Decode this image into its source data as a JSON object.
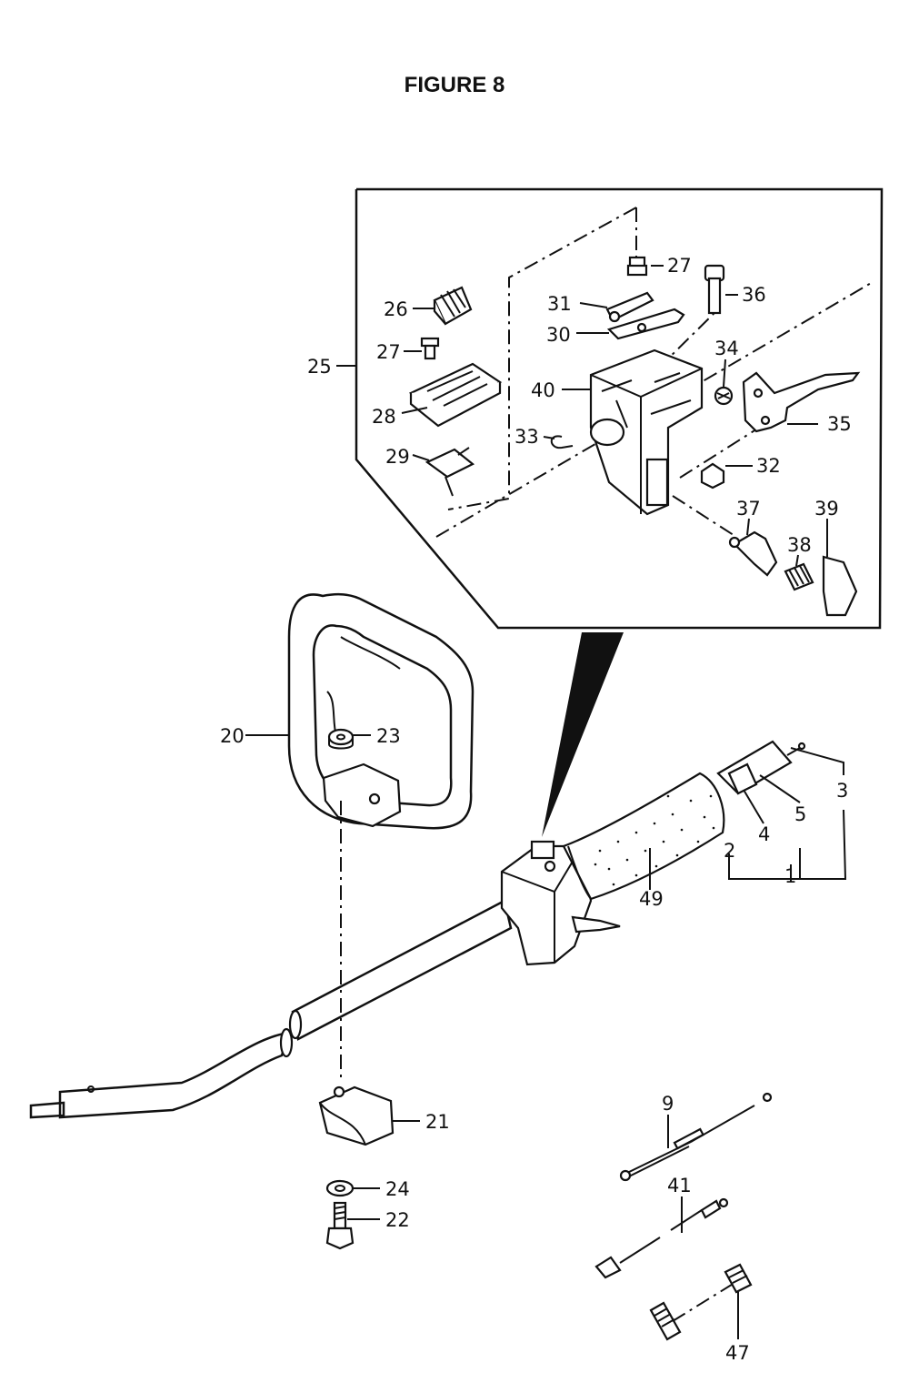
{
  "title": "FIGURE 8",
  "labels": {
    "p1": "1",
    "p2": "2",
    "p3": "3",
    "p4": "4",
    "p5": "5",
    "p9": "9",
    "p20": "20",
    "p21": "21",
    "p22": "22",
    "p23": "23",
    "p24": "24",
    "p25": "25",
    "p26": "26",
    "p27a": "27",
    "p27b": "27",
    "p28": "28",
    "p29": "29",
    "p30": "30",
    "p31": "31",
    "p32": "32",
    "p33": "33",
    "p34": "34",
    "p35": "35",
    "p36": "36",
    "p37": "37",
    "p38": "38",
    "p39": "39",
    "p40": "40",
    "p41": "41",
    "p47": "47",
    "p49": "49"
  }
}
